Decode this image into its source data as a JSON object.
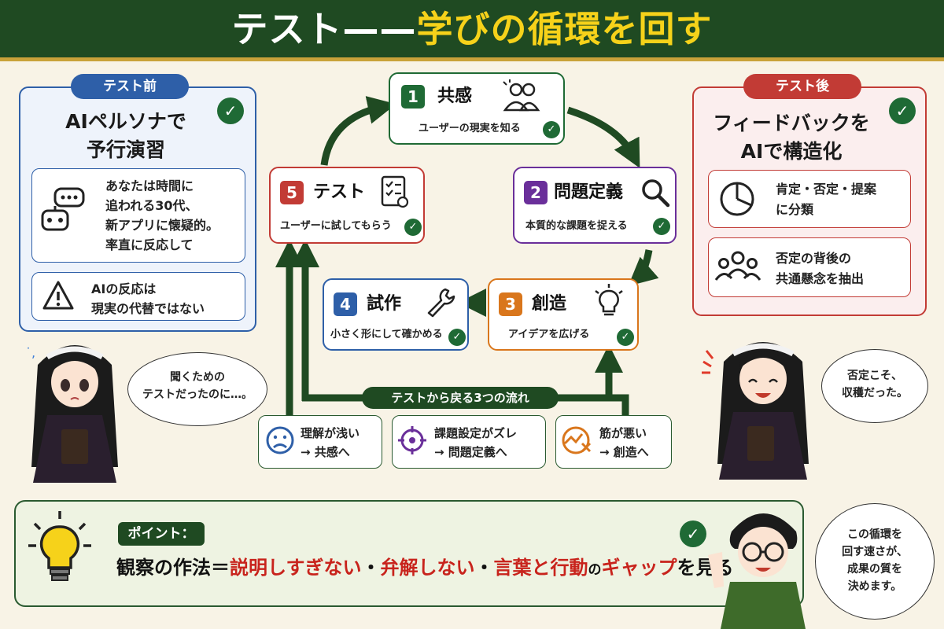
{
  "header": {
    "title_part1": "テスト——",
    "title_part2": "学びの循環を回す"
  },
  "before": {
    "pill": "テスト前",
    "title_line1": "AIペルソナで",
    "title_line2": "予行演習",
    "prompt_lines": [
      "あなたは時間に",
      "追われる30代、",
      "新アプリに懐疑的。",
      "率直に反応して"
    ],
    "warning_lines": [
      "AIの反応は",
      "現実の代替ではない"
    ],
    "icons": {
      "chat": "chatbot-icon",
      "warning": "warning-icon"
    }
  },
  "after": {
    "pill": "テスト後",
    "title_line1": "フィードバックを",
    "title_line2": "AIで構造化",
    "item1_lines": [
      "肯定・否定・提案",
      "に分類"
    ],
    "item2_lines": [
      "否定の背後の",
      "共通懸念を抽出"
    ],
    "icons": {
      "item1": "pie-chart-icon",
      "item2": "people-group-icon"
    }
  },
  "steps": [
    {
      "num": "1",
      "title": "共感",
      "desc": "ユーザーの現実を知る",
      "color": "#1f6a35",
      "icon": "people-icon"
    },
    {
      "num": "2",
      "title": "問題定義",
      "desc": "本質的な課題を捉える",
      "color": "#6a2f9a",
      "icon": "magnifier-icon"
    },
    {
      "num": "3",
      "title": "創造",
      "desc": "アイデアを広げる",
      "color": "#d9761c",
      "icon": "lightbulb-icon"
    },
    {
      "num": "4",
      "title": "試作",
      "desc": "小さく形にして確かめる",
      "color": "#2e5fa8",
      "icon": "wrench-icon"
    },
    {
      "num": "5",
      "title": "テスト",
      "desc": "ユーザーに試してもらう",
      "color": "#c23b35",
      "icon": "checklist-icon"
    }
  ],
  "flows": {
    "label": "テストから戻る3つの流れ",
    "items": [
      {
        "line1": "理解が浅い",
        "line2": "→ 共感へ",
        "icon": "sad-face-icon",
        "color": "#2e5fa8"
      },
      {
        "line1": "課題設定がズレ",
        "line2": "→ 問題定義へ",
        "icon": "target-icon",
        "color": "#6a2f9a"
      },
      {
        "line1": "筋が悪い",
        "line2": "→ 創造へ",
        "icon": "bad-trend-icon",
        "color": "#d9761c"
      }
    ]
  },
  "bubbles": {
    "left_lines": [
      "聞くための",
      "テストだったのに…。"
    ],
    "right_lines": [
      "否定こそ、",
      "収穫だった。"
    ],
    "boy_lines": [
      "この循環を",
      "回す速さが、",
      "成果の質を",
      "決めます。"
    ]
  },
  "point": {
    "label": "ポイント：",
    "lead": "観察の作法＝",
    "p1": "説明しすぎない",
    "sep1": "・",
    "p2": "弁解しない",
    "sep2": "・",
    "p3a": "言葉と行動",
    "mid": "の",
    "p3b": "ギャップ",
    "tail": "を見る"
  },
  "colors": {
    "header_bg": "#1f4a22",
    "gold": "#c9a23a",
    "yellow_title": "#f6d21a",
    "check_green": "#1f6a35",
    "point_red": "#c8231c"
  }
}
